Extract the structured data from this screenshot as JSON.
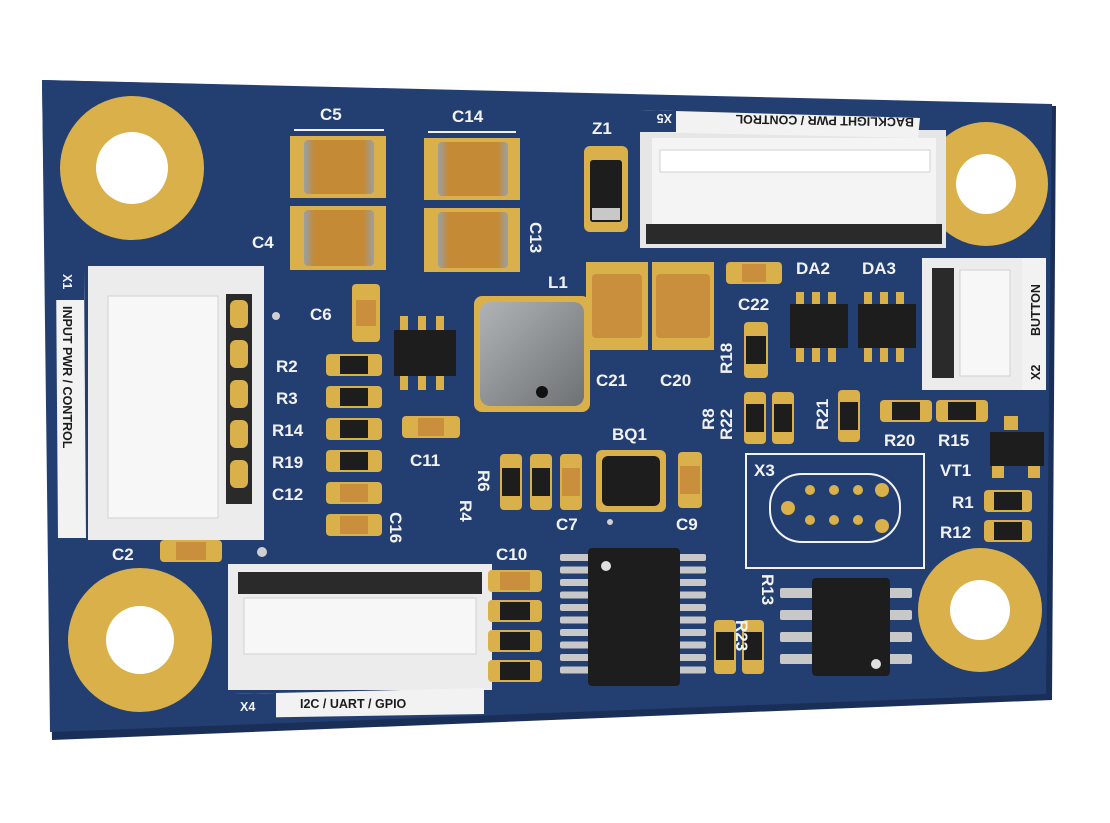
{
  "colors": {
    "board": "#233f72",
    "board_edge": "#1a2f57",
    "pad_gold": "#d9b04a",
    "cap_tan": "#c98f3c",
    "chip_black": "#1d1d1d",
    "connector_white": "#ececec",
    "silkscreen": "#f2f2f2"
  },
  "labels": {
    "C5": "C5",
    "C14": "C14",
    "Z1": "Z1",
    "C4": "C4",
    "C13": "C13",
    "L1": "L1",
    "C6": "C6",
    "DA2": "DA2",
    "DA3": "DA3",
    "C22": "C22",
    "C21": "C21",
    "C20": "C20",
    "R18": "R18",
    "R2": "R2",
    "R3": "R3",
    "R14": "R14",
    "R19": "R19",
    "C12": "C12",
    "C16": "C16",
    "C11": "C11",
    "R4": "R4",
    "R6": "R6",
    "BQ1": "BQ1",
    "C7": "C7",
    "C9": "C9",
    "R8": "R8",
    "R22": "R22",
    "R21": "R21",
    "R20": "R20",
    "R15": "R15",
    "VT1": "VT1",
    "R1": "R1",
    "R12": "R12",
    "X3": "X3",
    "C2": "C2",
    "C10": "C10",
    "R13": "R13",
    "R23": "R23",
    "X1": "X1",
    "X2": "X2",
    "X4": "X4",
    "X5": "X5"
  },
  "connectors": {
    "x1_caption": "INPUT PWR / CONTROL",
    "x5_caption": "BACKLIGHT PWR / CONTROL",
    "x2_caption": "BUTTON",
    "x4_caption": "I2C / UART / GPIO"
  }
}
